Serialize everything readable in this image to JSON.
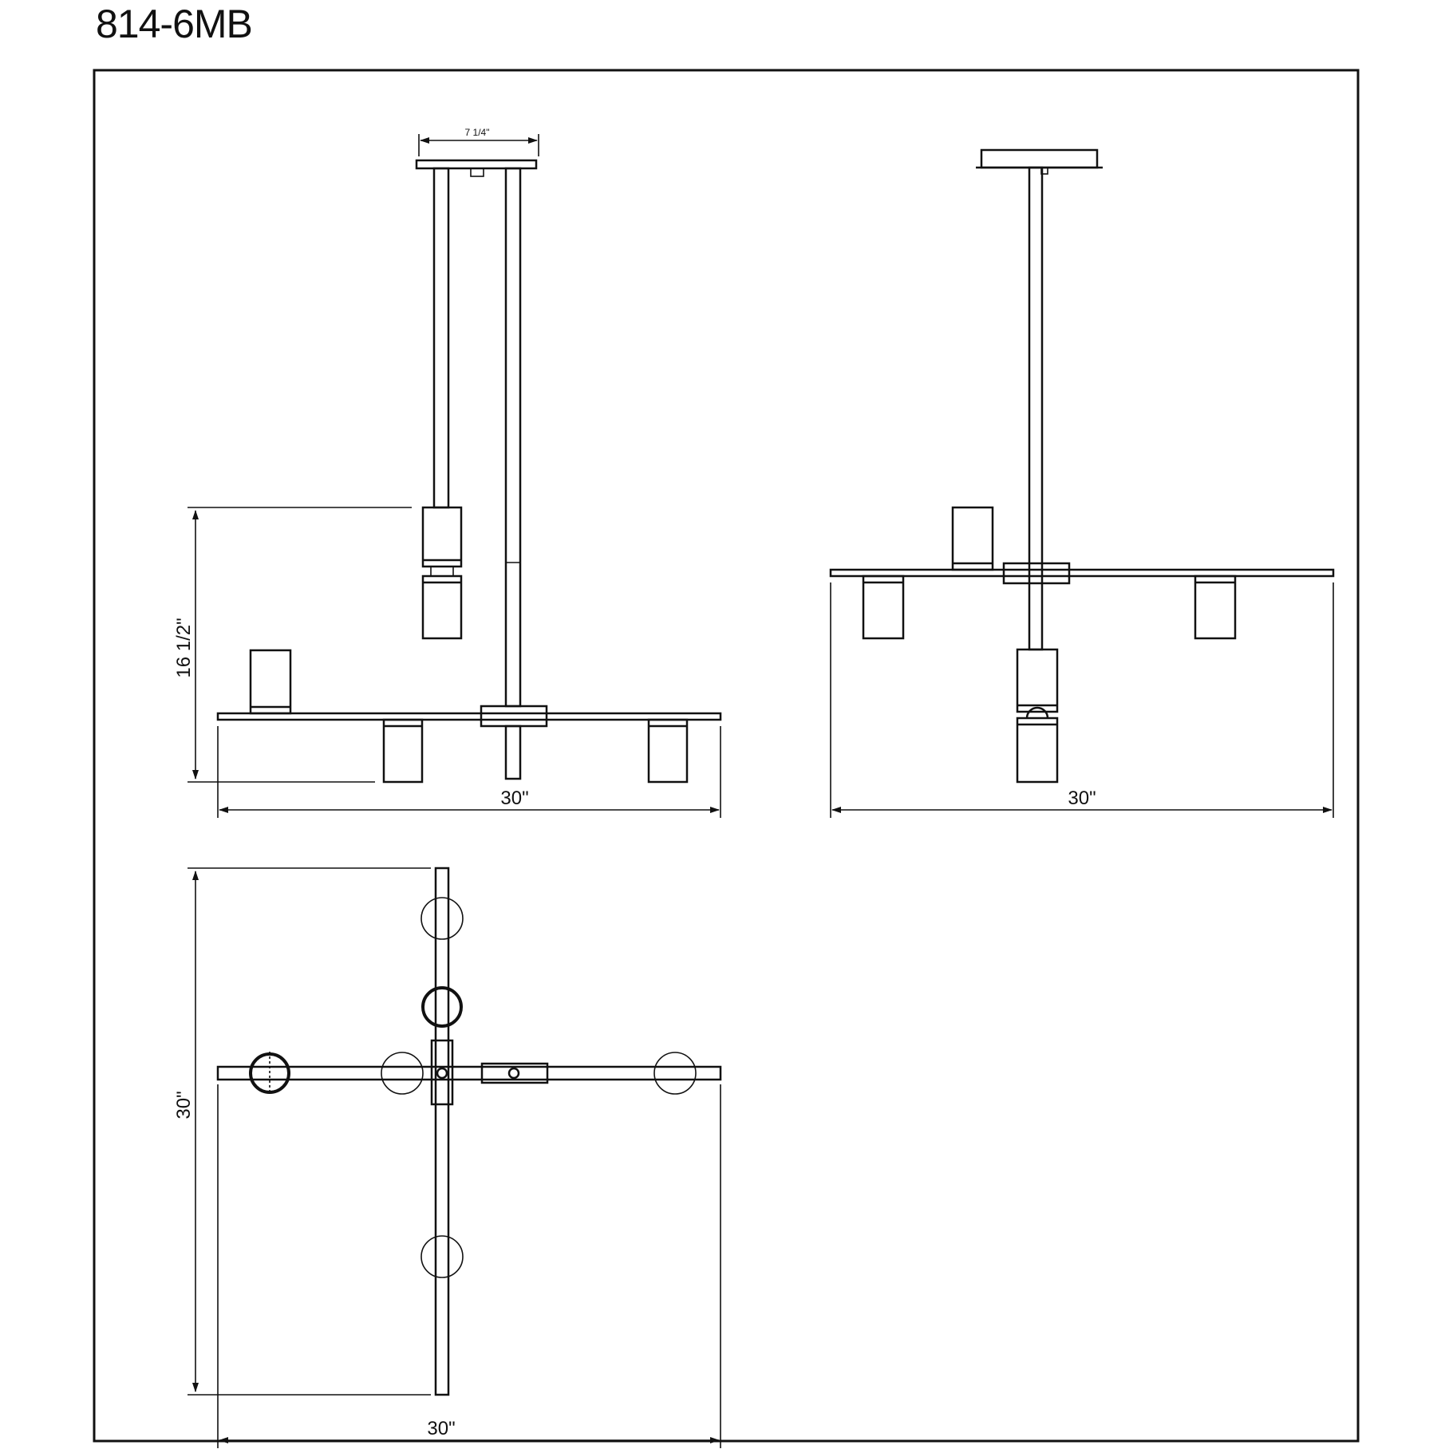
{
  "title": "814-6MB",
  "dimensions": {
    "canopy_width": "7 1/4\"",
    "height": "16 1/2\"",
    "front_width": "30\"",
    "side_width": "30\"",
    "top_depth": "30\"",
    "top_width": "30\""
  },
  "colors": {
    "line": "#111111",
    "background": "#ffffff"
  }
}
